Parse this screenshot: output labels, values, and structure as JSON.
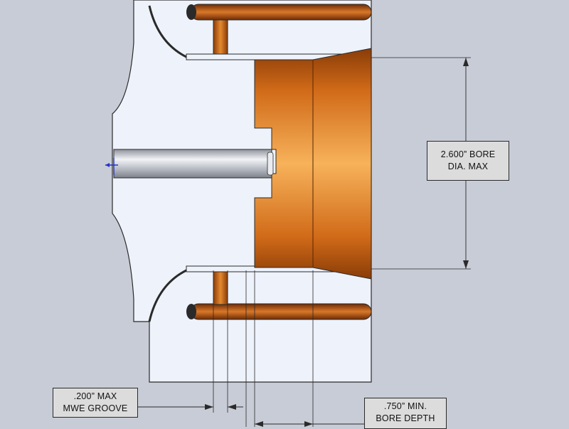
{
  "colors": {
    "background": "#c8ccd6",
    "part_face": "#eef2fb",
    "part_edge": "#2a2a2a",
    "copper_dark": "#8a3c08",
    "copper_mid": "#d2701e",
    "copper_light": "#f3a54c",
    "pin": "#b9bcc4",
    "dim_line": "#2a2a2a",
    "label_bg": "#dcdcdc"
  },
  "labels": {
    "bore_dia": {
      "line1": "2.600” BORE",
      "line2": "DIA. MAX"
    },
    "groove": {
      "line1": ".200”  MAX",
      "line2": "MWE GROOVE"
    },
    "bore_depth": {
      "line1": ".750” MIN.",
      "line2": "BORE DEPTH"
    }
  }
}
